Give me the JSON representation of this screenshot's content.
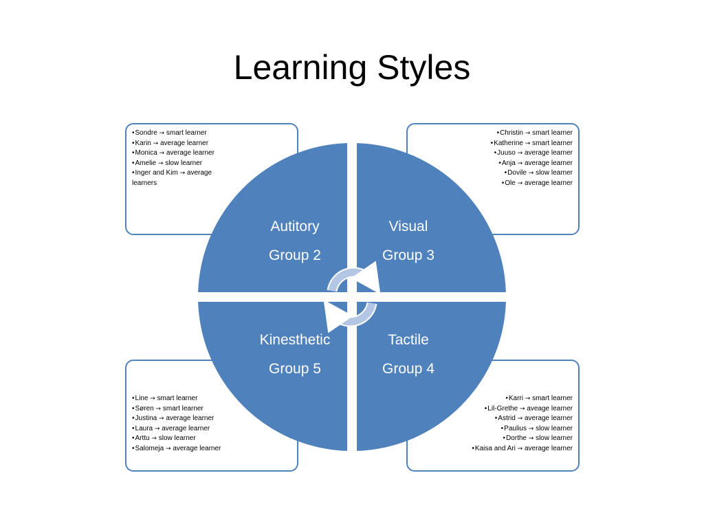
{
  "title": "Learning Styles",
  "colors": {
    "quadrant": "#4f81bd",
    "border": "#4f81bd",
    "arrow": "#b3c6e3"
  },
  "quadrants": {
    "tl": {
      "name": "Autitory",
      "group": "Group 2"
    },
    "tr": {
      "name": "Visual",
      "group": "Group 3"
    },
    "bl": {
      "name": "Kinesthetic",
      "group": "Group 5"
    },
    "br": {
      "name": "Tactile",
      "group": "Group 4"
    }
  },
  "arrow_symbol": "→",
  "bullet": "•",
  "lists": {
    "tl": [
      {
        "name": "Sondre",
        "level": "smart learner"
      },
      {
        "name": "Karin",
        "level": "average learner"
      },
      {
        "name": "Monica",
        "level": "average learner"
      },
      {
        "name": "Amelie",
        "level": "slow learner"
      },
      {
        "name": "Inger and Kim",
        "level": "average learners"
      }
    ],
    "tr": [
      {
        "name": "Christin",
        "level": "smart learner"
      },
      {
        "name": "Katherine",
        "level": "smart learner"
      },
      {
        "name": "Juuso",
        "level": "average learner"
      },
      {
        "name": "Anja",
        "level": "average learner"
      },
      {
        "name": "Dovile",
        "level": "slow learner"
      },
      {
        "name": "Ole",
        "level": "average learner"
      }
    ],
    "bl": [
      {
        "name": "Line",
        "level": "smart  learner"
      },
      {
        "name": "Søren",
        "level": "smart learner"
      },
      {
        "name": "Justina",
        "level": "average learner"
      },
      {
        "name": "Laura",
        "level": "average learner"
      },
      {
        "name": "Arttu",
        "level": "slow learner"
      },
      {
        "name": "Salomeja",
        "level": "average learner"
      }
    ],
    "br": [
      {
        "name": "Karri",
        "level": "smart learner"
      },
      {
        "name": "Lil-Grethe",
        "level": "aveage learner"
      },
      {
        "name": "Astrid",
        "level": "average learner"
      },
      {
        "name": "Paulius",
        "level": "slow learner"
      },
      {
        "name": "Dorthe",
        "level": "slow learner"
      },
      {
        "name": "Kaisa and Ari",
        "level": "average learner"
      }
    ]
  }
}
